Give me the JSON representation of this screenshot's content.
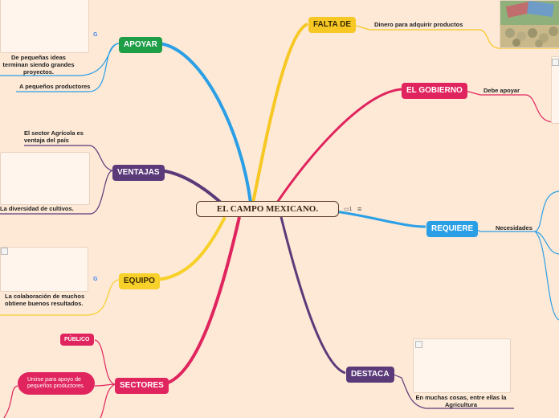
{
  "central": {
    "title": "EL CAMPO MEXICANO.",
    "comment_count": "1"
  },
  "branches": {
    "falta_de": {
      "label": "FALTA DE",
      "detail": "Dinero para adquirir productos"
    },
    "gobierno": {
      "label": "EL GOBIERNO",
      "detail": "Debe apoyar"
    },
    "requiere": {
      "label": "REQUIERE",
      "detail": "Necesidades"
    },
    "destaca": {
      "label": "DESTACA",
      "detail": "En muchas cosas, entre ellas la Agricultura"
    },
    "apoyar": {
      "label": "APOYAR",
      "detail1": "De pequeñas ideas terminan siendo grandes proyectos.",
      "detail2": "A pequeños productores"
    },
    "ventajas": {
      "label": "VENTAJAS",
      "detail1": "El sector Agrícola es ventaja del país",
      "detail2": "La diversidad de cultivos."
    },
    "equipo": {
      "label": "EQUIPO",
      "detail": "La colaboración de muchos obtiene buenos resultados."
    },
    "sectores": {
      "label": "SECTORES",
      "sub1": "PÚBLICO",
      "sub2": "Unirse para apoyo de pequeños productores."
    }
  },
  "colors": {
    "falta_de": "#f7c824",
    "gobierno": "#e0245e",
    "requiere": "#2b9fe6",
    "destaca": "#5b3a7a",
    "apoyar": "#1e9e47",
    "ventajas": "#5b3a7a",
    "equipo": "#f7d02a",
    "sectores": "#e0245e"
  },
  "icons": {
    "comment": "comment-icon",
    "menu": "menu-icon",
    "google": "google-icon"
  }
}
